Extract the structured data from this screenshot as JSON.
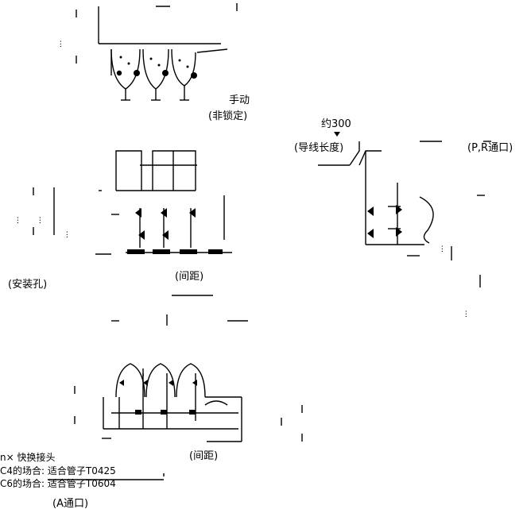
{
  "labels": {
    "manual_1": "手动",
    "manual_2": "(非锁定)",
    "lead_1": "约300",
    "lead_2": "(导线长度)",
    "port_pr": "(P,R通口)",
    "mount_hole": "(安装孔)",
    "pitch_top": "(间距)",
    "pitch_bottom": "(间距)",
    "fitting_1": "n× 快换接头",
    "fitting_2": "C4的场合: 适合管子T0425",
    "fitting_3": "C6的场合: 适合管子T0604",
    "port_a": "(A通口)"
  },
  "colors": {
    "line": "#000000",
    "background": "#ffffff"
  }
}
